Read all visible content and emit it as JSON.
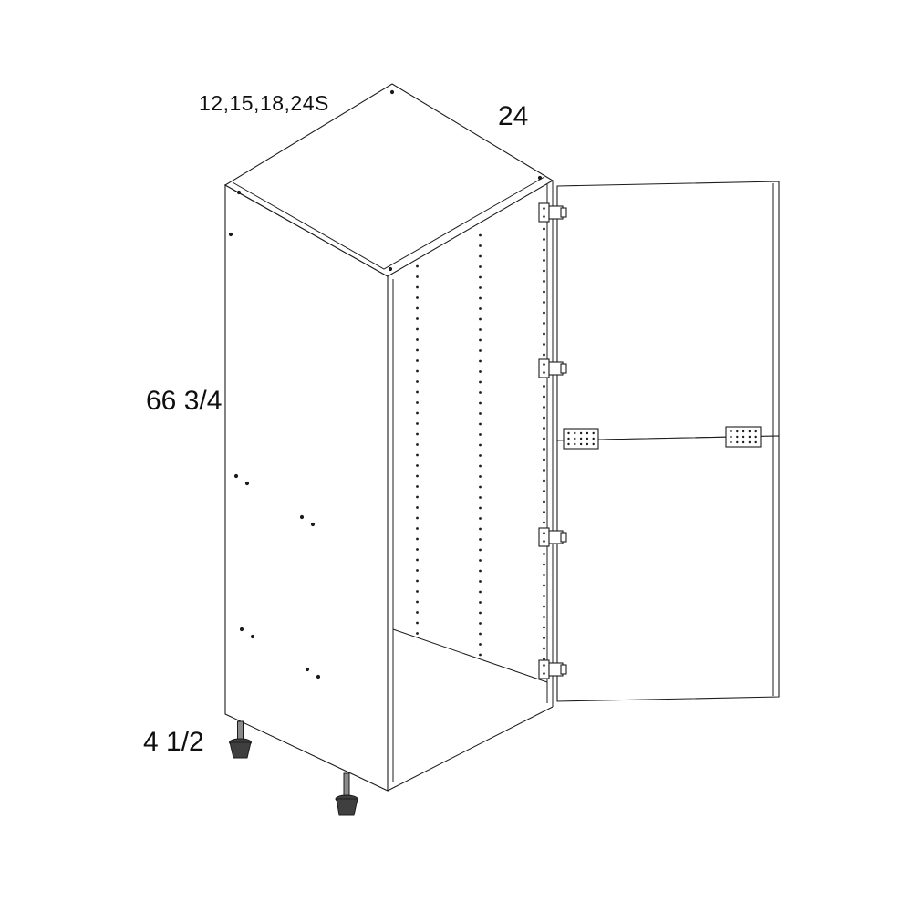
{
  "diagram": {
    "type": "tall-cabinet-technical-drawing",
    "labels": {
      "width_options": "12,15,18,24S",
      "depth": "24",
      "height": "66 3/4",
      "leg_height": "4 1/2"
    },
    "colors": {
      "line": "#1c1c1c",
      "background": "#ffffff",
      "foot_dark": "#3f3f3f",
      "foot_mid": "#8a8a8a"
    }
  }
}
